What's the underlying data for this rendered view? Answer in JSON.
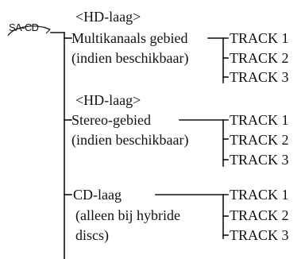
{
  "logo": {
    "text": "SA-CD"
  },
  "hd_layer_1": {
    "header": "<HD-laag>",
    "area_line1": "Multikanaals gebied",
    "area_line2": "(indien beschikbaar)",
    "tracks": [
      "TRACK 1",
      "TRACK 2",
      "TRACK 3"
    ]
  },
  "hd_layer_2": {
    "header": "<HD-laag>",
    "area_line1": "Stereo-gebied",
    "area_line2": "(indien beschikbaar)",
    "tracks": [
      "TRACK 1",
      "TRACK 2",
      "TRACK 3"
    ]
  },
  "cd_layer": {
    "line1": "CD-laag",
    "line2": "(alleen bij hybride",
    "line3": "discs)",
    "tracks": [
      "TRACK 1",
      "TRACK 2",
      "TRACK 3"
    ]
  },
  "colors": {
    "line": "#111111",
    "text": "#111111",
    "background": "#ffffff"
  }
}
